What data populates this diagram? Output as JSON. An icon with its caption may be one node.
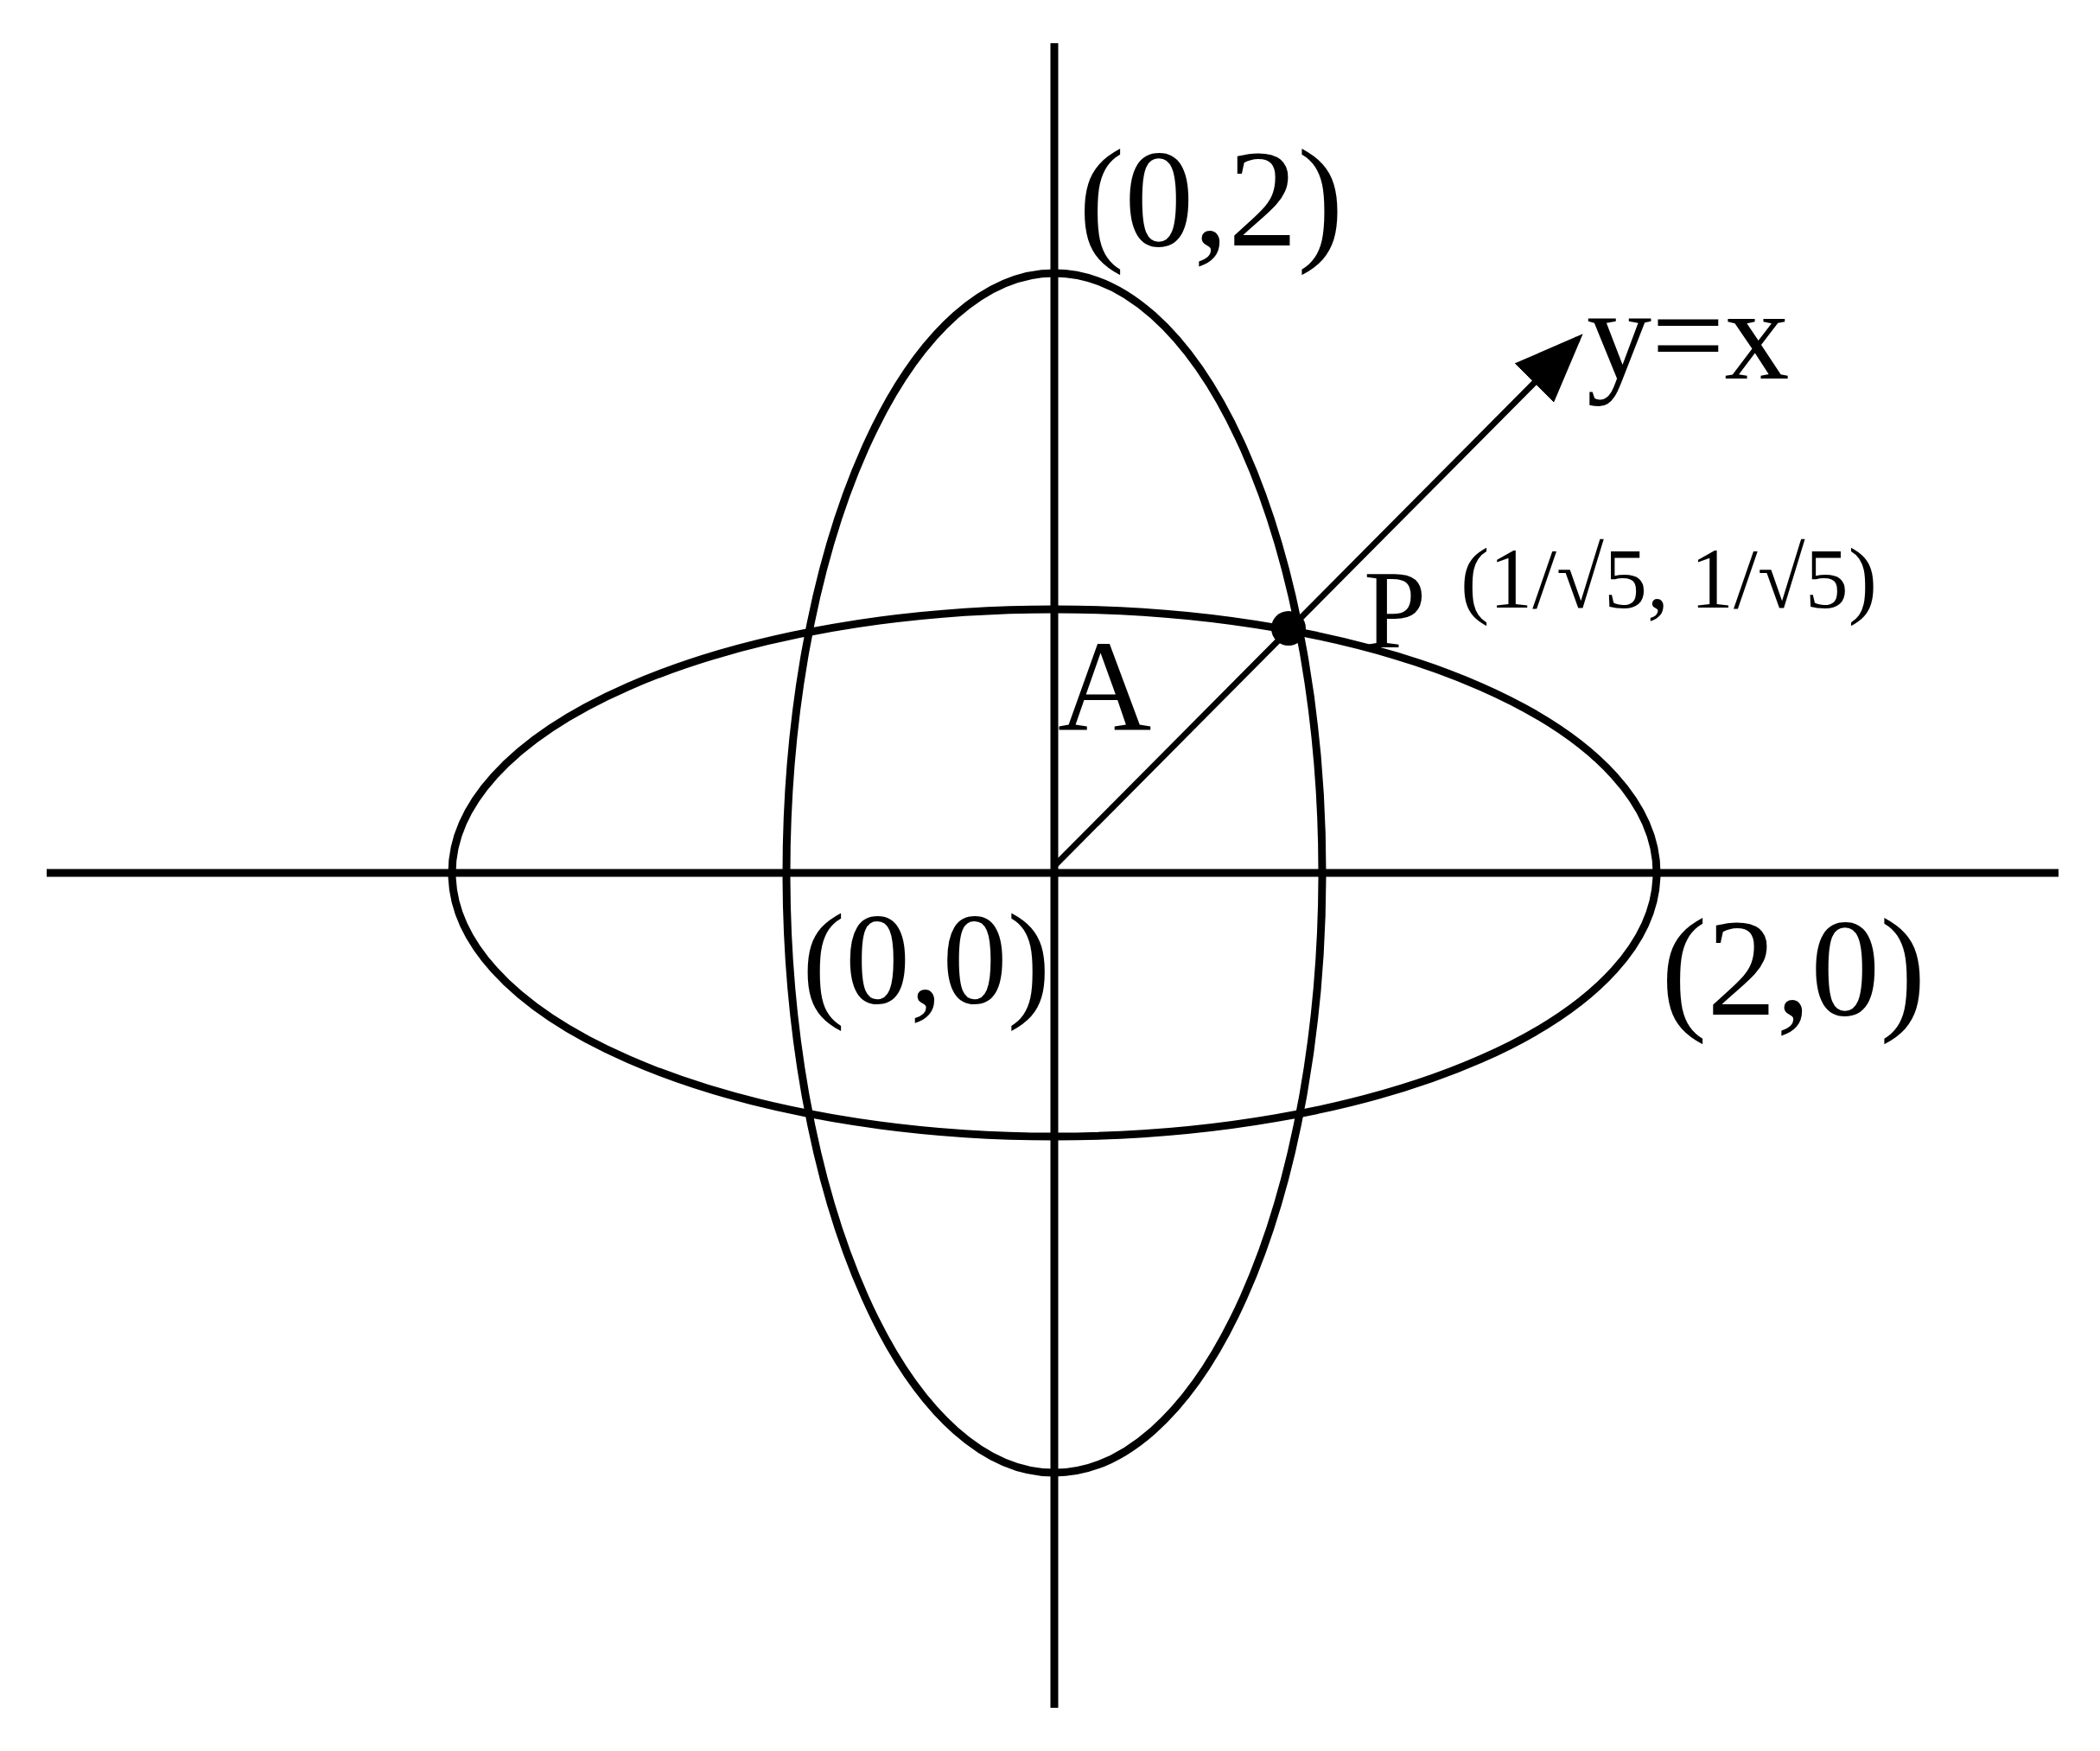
{
  "diagram": {
    "labels": [
      "(0,2)",
      "y=x",
      "A",
      "P",
      "(1/√5, 1/√5)",
      "(0,0)",
      "(2,0)"
    ]
  }
}
